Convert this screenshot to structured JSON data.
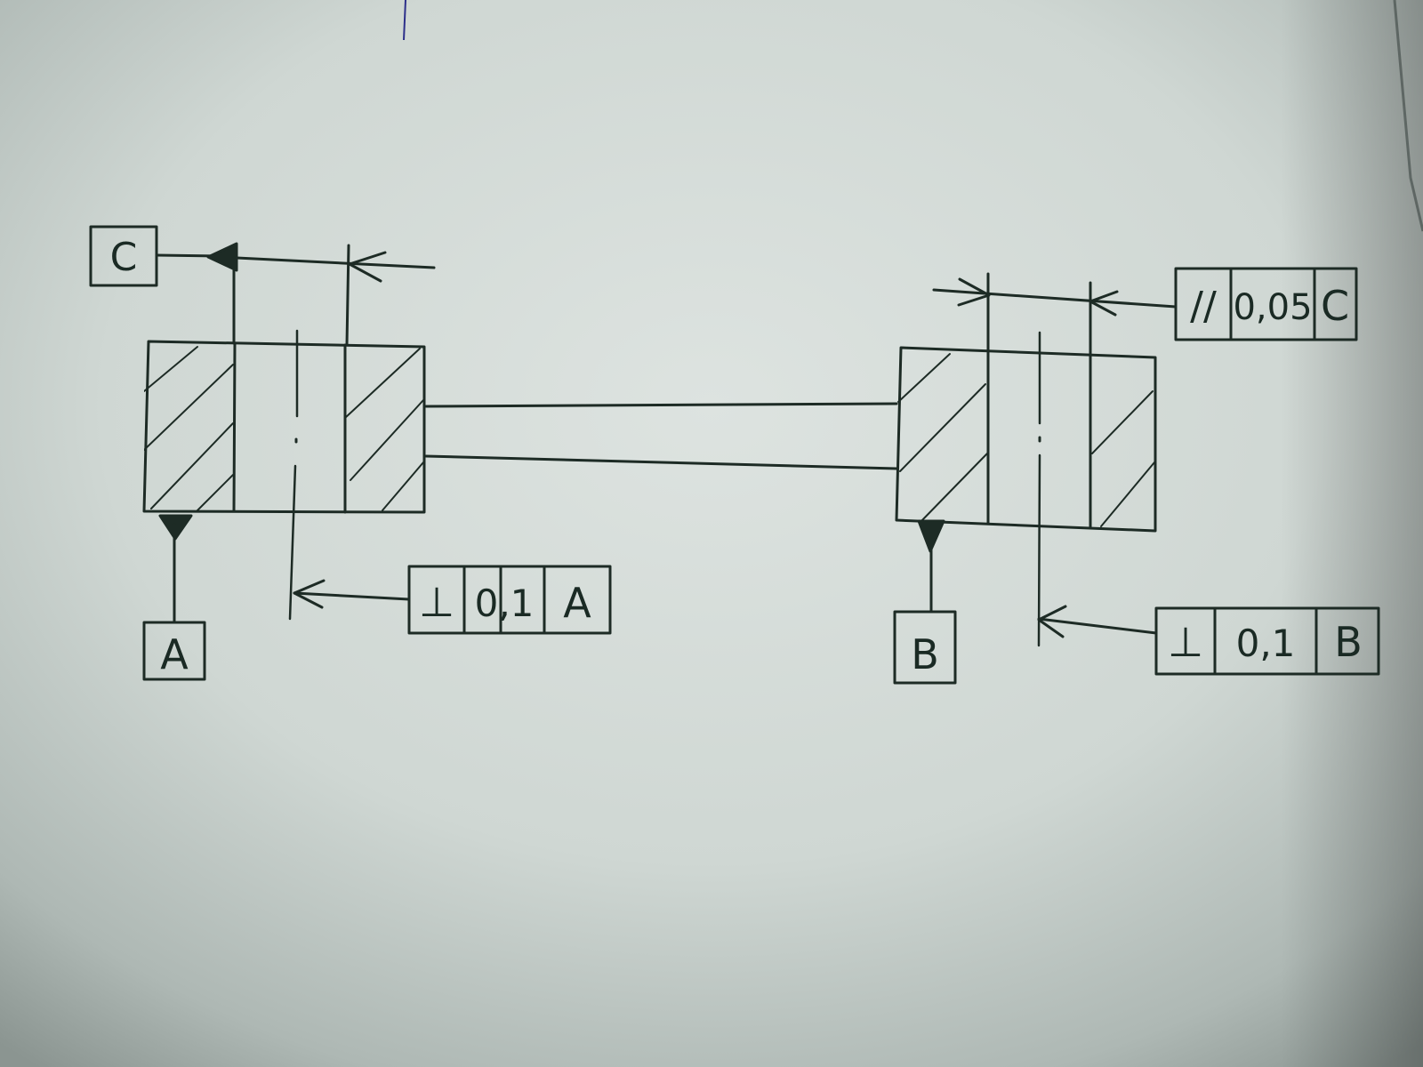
{
  "drawing": {
    "datum_c_label": "C",
    "datum_a_label": "A",
    "datum_b_label": "B",
    "frame_parallel": {
      "symbol": "//",
      "tolerance": "0,05",
      "datum": "C"
    },
    "frame_perp_a": {
      "symbol": "⊥",
      "tolerance": "0,1",
      "datum": "A"
    },
    "frame_perp_b": {
      "symbol": "⊥",
      "tolerance": "0,1",
      "datum": "B"
    }
  },
  "colors": {
    "paper_center": "#d9e0dc",
    "paper_edge": "#8e9894",
    "ink": "#1d2b25",
    "blue_mark": "#2c2f8a"
  }
}
